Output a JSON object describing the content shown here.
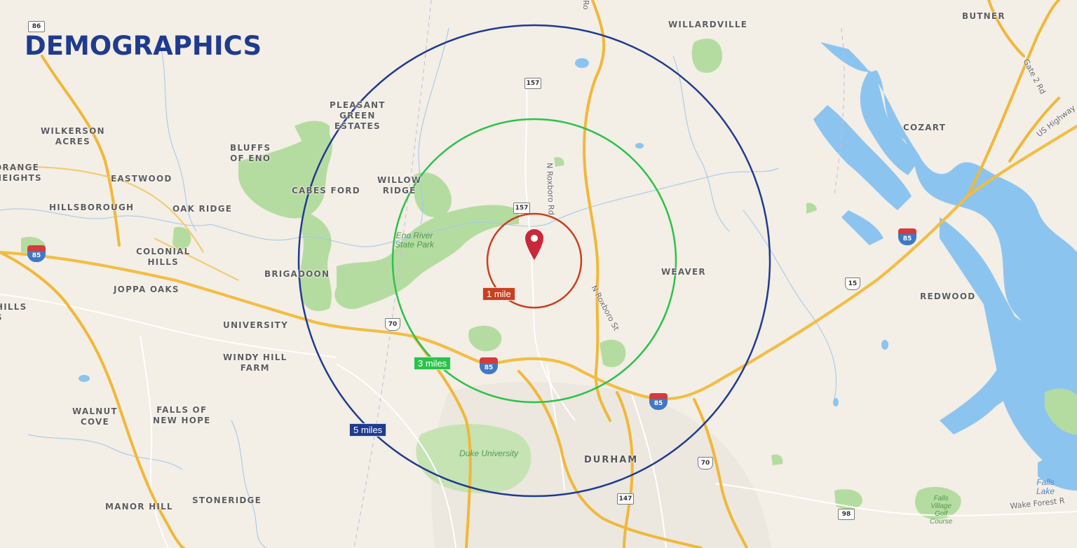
{
  "title": "DEMOGRAPHICS",
  "colors": {
    "title": "#1f3b8f",
    "ring_1_mile": "#c8401f",
    "ring_3_miles": "#2cc24a",
    "ring_5_miles": "#1f3b8f",
    "pin": "#c9283a",
    "land": "#f3eee6",
    "park": "#b5dca0",
    "water": "#8cc4f0",
    "highway": "#f6c242"
  },
  "rings": [
    {
      "label": "1 mile",
      "color": "#c8401f"
    },
    {
      "label": "3 miles",
      "color": "#2cc24a"
    },
    {
      "label": "5 miles",
      "color": "#1f3b8f"
    }
  ],
  "marker": {
    "icon": "map-pin-icon"
  },
  "places": [
    {
      "id": "willardville",
      "text": "WILLARDVILLE"
    },
    {
      "id": "butner",
      "text": "BUTNER"
    },
    {
      "id": "pleasant-green",
      "text": "PLEASANT\nGREEN\nESTATES"
    },
    {
      "id": "wilkerson",
      "text": "WILKERSON\nACRES"
    },
    {
      "id": "bluffs",
      "text": "BLUFFS\nOF ENO"
    },
    {
      "id": "orange-heights",
      "text": "ORANGE\nHEIGHTS"
    },
    {
      "id": "eastwood",
      "text": "EASTWOOD"
    },
    {
      "id": "cabes-ford",
      "text": "CABES FORD"
    },
    {
      "id": "willow-ridge",
      "text": "WILLOW\nRIDGE"
    },
    {
      "id": "hillsborough",
      "text": "HILLSBOROUGH"
    },
    {
      "id": "oak-ridge",
      "text": "OAK RIDGE"
    },
    {
      "id": "colonial-hills",
      "text": "COLONIAL\nHILLS"
    },
    {
      "id": "brigadoon",
      "text": "BRIGADOON"
    },
    {
      "id": "joppa-oaks",
      "text": "JOPPA OAKS"
    },
    {
      "id": "hills",
      "text": "HILLS\nS"
    },
    {
      "id": "university",
      "text": "UNIVERSITY"
    },
    {
      "id": "windy-hill",
      "text": "WINDY HILL\nFARM"
    },
    {
      "id": "walnut-cove",
      "text": "WALNUT\nCOVE"
    },
    {
      "id": "falls-of-new-hope",
      "text": "FALLS OF\nNEW HOPE"
    },
    {
      "id": "manor-hill",
      "text": "MANOR HILL"
    },
    {
      "id": "stoneridge",
      "text": "STONERIDGE"
    },
    {
      "id": "cozart",
      "text": "COZART"
    },
    {
      "id": "weaver",
      "text": "WEAVER"
    },
    {
      "id": "redwood",
      "text": "REDWOOD"
    },
    {
      "id": "durham",
      "text": "DURHAM"
    }
  ],
  "parks": [
    {
      "id": "eno-river",
      "text": "Eno River\nState Park"
    },
    {
      "id": "duke",
      "text": "Duke University"
    },
    {
      "id": "falls-village",
      "text": "Falls\nVillage\nGolf\nCourse"
    }
  ],
  "water": [
    {
      "id": "falls-lake",
      "text": "Falls\nLake"
    }
  ],
  "roads": [
    {
      "id": "n-roxboro-rd",
      "text": "N Roxboro Rd"
    },
    {
      "id": "n-roxboro-st",
      "text": "N Roxboro St"
    },
    {
      "id": "gate-2-rd",
      "text": "Gate 2 Rd"
    },
    {
      "id": "us-highway",
      "text": "US Highway"
    },
    {
      "id": "wake-forest",
      "text": "Wake Forest R"
    },
    {
      "id": "ro-top",
      "text": "Ro"
    }
  ],
  "shields": {
    "interstate": [
      "85",
      "85",
      "85",
      "85"
    ],
    "us": [
      "70",
      "15",
      "70"
    ],
    "state": [
      "86",
      "157",
      "157",
      "147",
      "98"
    ]
  }
}
